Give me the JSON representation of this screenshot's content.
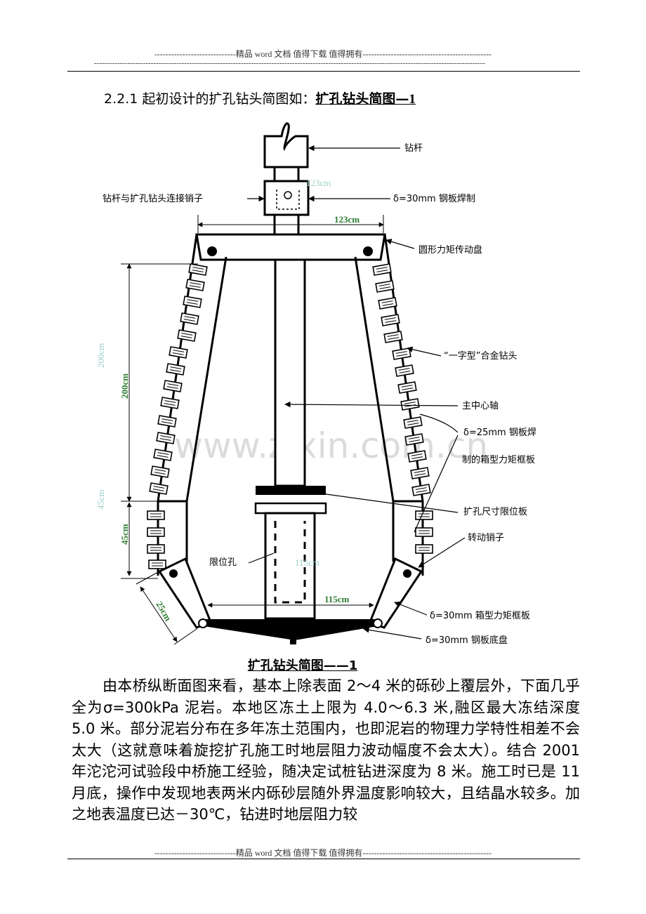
{
  "header": {
    "text": "-----------------------------精品 word 文档  值得下载  值得拥有----------------------------------------------"
  },
  "header_dashes": "--------------------------------------------------------------------------------------------------------------------------------------------------------",
  "footer": {
    "text": "-----------------------------精品 word 文档  值得下载  值得拥有----------------------------------------------"
  },
  "section": {
    "heading_prefix": "2.2.1 起初设计的扩孔钻头简图如：",
    "heading_link": "扩孔钻头简图—",
    "heading_num": "1"
  },
  "diagram": {
    "labels": {
      "drill_rod": "钻杆",
      "pin": "钻杆与扩孔钻头连接销子",
      "plate_weld": "δ=30mm 钢板焊制",
      "disc": "圆形力矩传动盘",
      "alloy_bit": "“一字型”合金钻头",
      "main_shaft": "主中心轴",
      "frame_line1": "δ=25mm 钢板焊",
      "frame_line2": "制的箱型力矩框板",
      "limit_plate": "扩孔尺寸限位板",
      "rot_pin": "转动销子",
      "limit_hole": "限位孔",
      "box_frame": "δ=30mm 箱型力矩框板",
      "bottom_plate": "δ=30mm 钢板底盘"
    },
    "dims": {
      "top_width": "123cm",
      "height_main": "200cm",
      "height_lower": "45cm",
      "arm_len": "25cm",
      "bottom_width": "115cm"
    },
    "ghost_dims": {
      "top": "123cm",
      "main": "200cm",
      "lower": "45cm",
      "bottom": "115cm"
    },
    "watermark": "www.zixin.com.cn"
  },
  "caption": {
    "text": "扩孔钻头简图——1"
  },
  "paragraph": {
    "text": "由本桥纵断面图来看，基本上除表面 2～4 米的砾砂上覆层外，下面几乎全为σ=300kPa 泥岩。本地区冻土上限为 4.0～6.3 米,融区最大冻结深度 5.0 米。部分泥岩分布在多年冻土范围内，也即泥岩的物理力学特性相差不会太大（这就意味着旋挖扩孔施工时地层阻力波动幅度不会太大）。结合 2001 年沱沱河试验段中桥施工经验，随决定试桩钻进深度为 8 米。施工时已是 11 月底，操作中发现地表两米内砾砂层随外界温度影响较大，且结晶水较多。加之地表温度已达－30℃，钻进时地层阻力较"
  }
}
